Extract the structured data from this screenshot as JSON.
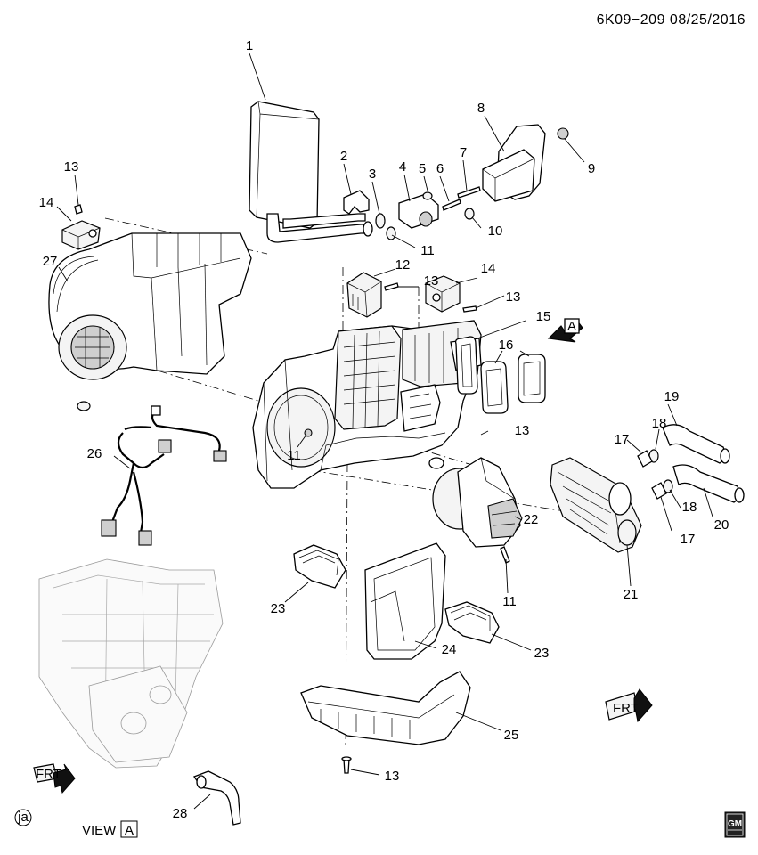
{
  "header": {
    "code": "6K09−209 08/25/2016"
  },
  "callouts": [
    {
      "id": "c1",
      "text": "1"
    },
    {
      "id": "c2",
      "text": "2"
    },
    {
      "id": "c3",
      "text": "3"
    },
    {
      "id": "c4",
      "text": "4"
    },
    {
      "id": "c5",
      "text": "5"
    },
    {
      "id": "c6",
      "text": "6"
    },
    {
      "id": "c7",
      "text": "7"
    },
    {
      "id": "c8",
      "text": "8"
    },
    {
      "id": "c9",
      "text": "9"
    },
    {
      "id": "c10",
      "text": "10"
    },
    {
      "id": "c11a",
      "text": "11"
    },
    {
      "id": "c11b",
      "text": "11"
    },
    {
      "id": "c11c",
      "text": "11"
    },
    {
      "id": "c12",
      "text": "12"
    },
    {
      "id": "c13a",
      "text": "13"
    },
    {
      "id": "c13b",
      "text": "13"
    },
    {
      "id": "c13c",
      "text": "13"
    },
    {
      "id": "c13d",
      "text": "13"
    },
    {
      "id": "c13e",
      "text": "13"
    },
    {
      "id": "c14a",
      "text": "14"
    },
    {
      "id": "c14b",
      "text": "14"
    },
    {
      "id": "c15",
      "text": "15"
    },
    {
      "id": "c16",
      "text": "16"
    },
    {
      "id": "c17a",
      "text": "17"
    },
    {
      "id": "c17b",
      "text": "17"
    },
    {
      "id": "c18a",
      "text": "18"
    },
    {
      "id": "c18b",
      "text": "18"
    },
    {
      "id": "c19",
      "text": "19"
    },
    {
      "id": "c20",
      "text": "20"
    },
    {
      "id": "c21",
      "text": "21"
    },
    {
      "id": "c22",
      "text": "22"
    },
    {
      "id": "c23a",
      "text": "23"
    },
    {
      "id": "c23b",
      "text": "23"
    },
    {
      "id": "c24",
      "text": "24"
    },
    {
      "id": "c25",
      "text": "25"
    },
    {
      "id": "c26",
      "text": "26"
    },
    {
      "id": "c27",
      "text": "27"
    },
    {
      "id": "c28",
      "text": "28"
    }
  ],
  "view_marker": {
    "letter": "A"
  },
  "view_caption": {
    "word": "VIEW",
    "letter": "A"
  },
  "frt_label": "FRT",
  "artist_mark": "ja",
  "logo": {
    "text": "GM"
  }
}
